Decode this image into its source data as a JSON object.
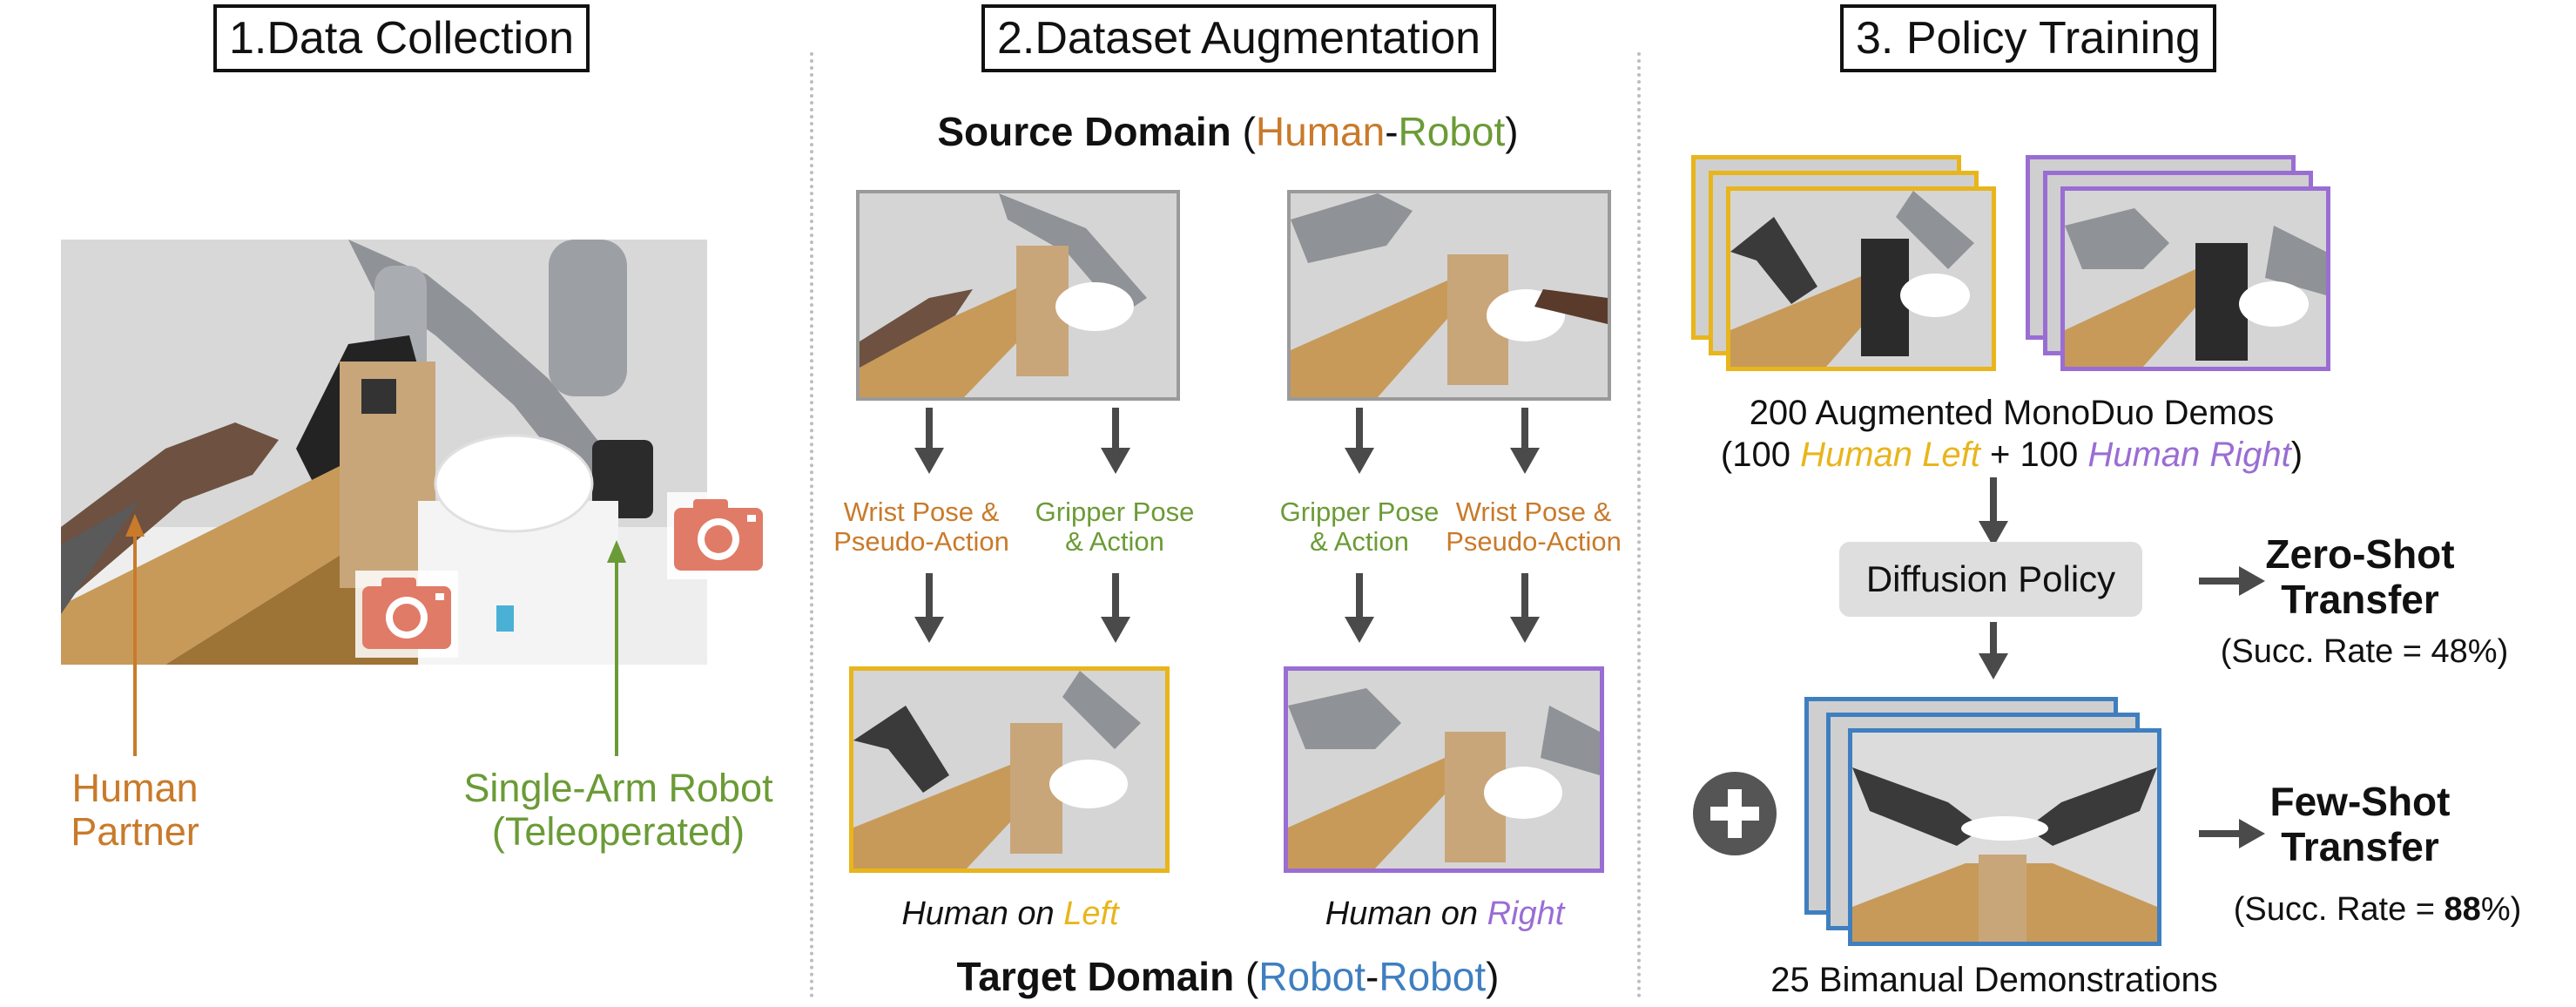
{
  "sections": {
    "s1_title": "1.Data Collection",
    "s2_title": "2.Dataset Augmentation",
    "s3_title": "3. Policy Training"
  },
  "section1": {
    "human_label_1": "Human",
    "human_label_2": "Partner",
    "robot_label_1": "Single-Arm Robot",
    "robot_label_2": "(Teleoperated)"
  },
  "section2": {
    "source_prefix": "Source Domain",
    "source_open": "(",
    "source_human": "Human",
    "source_dash": "-",
    "source_robot": "Robot",
    "source_close": ")",
    "col1_line1": "Wrist Pose &",
    "col1_line2": "Pseudo-Action",
    "col2_line1": "Gripper Pose",
    "col2_line2": "& Action",
    "col3_line1": "Gripper Pose",
    "col3_line2": "& Action",
    "col4_line1": "Wrist Pose &",
    "col4_line2": "Pseudo-Action",
    "left_caption_a": "Human on ",
    "left_caption_b": "Left",
    "right_caption_a": "Human on ",
    "right_caption_b": "Right",
    "target_prefix": "Target Domain",
    "target_open": "(",
    "target_robot1": "Robot",
    "target_dash": "-",
    "target_robot2": "Robot",
    "target_close": ")"
  },
  "section3": {
    "demos_line1": "200 Augmented MonoDuo Demos",
    "demos_l2_a": "(100 ",
    "demos_l2_b": "Human Left",
    "demos_l2_c": " + 100 ",
    "demos_l2_d": "Human Right",
    "demos_l2_e": ")",
    "policy": "Diffusion Policy",
    "zero_1": "Zero-Shot",
    "zero_2": "Transfer",
    "zero_rate": "(Succ. Rate = 48%)",
    "few_1": "Few-Shot",
    "few_2": "Transfer",
    "few_rate_a": "(Succ. Rate = ",
    "few_rate_b": "88",
    "few_rate_c": "%)",
    "bimanual": "25 Bimanual Demonstrations"
  },
  "colors": {
    "human": "#c97a2a",
    "robot": "#6b9b36",
    "left": "#e8b51c",
    "right": "#9a6dd3",
    "target": "#3f7fc0",
    "camera": "#e07b67"
  }
}
